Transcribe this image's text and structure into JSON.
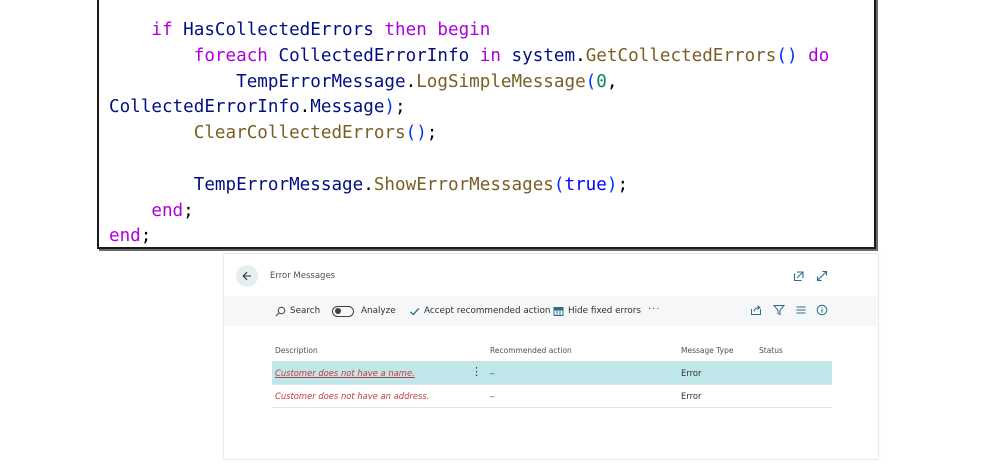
{
  "code": {
    "lines": [
      [
        {
          "t": "    "
        },
        {
          "t": "if",
          "c": "kw"
        },
        {
          "t": " "
        },
        {
          "t": "HasCollectedErrors",
          "c": "id"
        },
        {
          "t": " "
        },
        {
          "t": "then",
          "c": "kw"
        },
        {
          "t": " "
        },
        {
          "t": "begin",
          "c": "kw"
        }
      ],
      [
        {
          "t": "        "
        },
        {
          "t": "foreach",
          "c": "kw"
        },
        {
          "t": " "
        },
        {
          "t": "CollectedErrorInfo",
          "c": "id"
        },
        {
          "t": " "
        },
        {
          "t": "in",
          "c": "kw"
        },
        {
          "t": " "
        },
        {
          "t": "system",
          "c": "id"
        },
        {
          "t": ".",
          "c": "p"
        },
        {
          "t": "GetCollectedErrors",
          "c": "fn"
        },
        {
          "t": "()",
          "c": "br"
        },
        {
          "t": " "
        },
        {
          "t": "do",
          "c": "kw"
        }
      ],
      [
        {
          "t": "            "
        },
        {
          "t": "TempErrorMessage",
          "c": "id"
        },
        {
          "t": ".",
          "c": "p"
        },
        {
          "t": "LogSimpleMessage",
          "c": "fn"
        },
        {
          "t": "(",
          "c": "br"
        },
        {
          "t": "0",
          "c": "num"
        },
        {
          "t": ",",
          "c": "p"
        }
      ],
      [
        {
          "t": "CollectedErrorInfo",
          "c": "id"
        },
        {
          "t": ".",
          "c": "p"
        },
        {
          "t": "Message",
          "c": "id"
        },
        {
          "t": ")",
          "c": "br"
        },
        {
          "t": ";",
          "c": "p"
        }
      ],
      [
        {
          "t": "        "
        },
        {
          "t": "ClearCollectedErrors",
          "c": "fn"
        },
        {
          "t": "()",
          "c": "br"
        },
        {
          "t": ";",
          "c": "p"
        }
      ],
      [],
      [
        {
          "t": "        "
        },
        {
          "t": "TempErrorMessage",
          "c": "id"
        },
        {
          "t": ".",
          "c": "p"
        },
        {
          "t": "ShowErrorMessages",
          "c": "fn"
        },
        {
          "t": "(",
          "c": "br"
        },
        {
          "t": "true",
          "c": "bool"
        },
        {
          "t": ")",
          "c": "br"
        },
        {
          "t": ";",
          "c": "p"
        }
      ],
      [
        {
          "t": "    "
        },
        {
          "t": "end",
          "c": "kw"
        },
        {
          "t": ";",
          "c": "p"
        }
      ],
      [
        {
          "t": "end",
          "c": "kw"
        },
        {
          "t": ";",
          "c": "p"
        }
      ]
    ]
  },
  "window": {
    "title": "Error Messages",
    "actions": {
      "search": "Search",
      "analyze": "Analyze",
      "accept": "Accept recommended action",
      "hide": "Hide fixed errors",
      "more": "···"
    },
    "columns": [
      "Description",
      "Recommended action",
      "Message Type",
      "Status"
    ],
    "rows": [
      {
        "description": "Customer does not have a name.",
        "recommended": "_",
        "type": "Error",
        "selected": true
      },
      {
        "description": "Customer does not have an address.",
        "recommended": "_",
        "type": "Error",
        "selected": false
      }
    ]
  },
  "colors": {
    "keyword": "#AF00DB",
    "identifier": "#001080",
    "function": "#795E26",
    "number": "#098658",
    "bool": "#0000FF",
    "row_selected": "#bfe6e8",
    "error_text": "#c43b3b"
  },
  "icons": [
    "back-arrow-icon",
    "pop-out-icon",
    "expand-icon",
    "search-icon",
    "checkmark-icon",
    "hide-fixed-icon",
    "share-icon",
    "filter-icon",
    "list-icon",
    "info-icon",
    "row-actions-icon"
  ]
}
